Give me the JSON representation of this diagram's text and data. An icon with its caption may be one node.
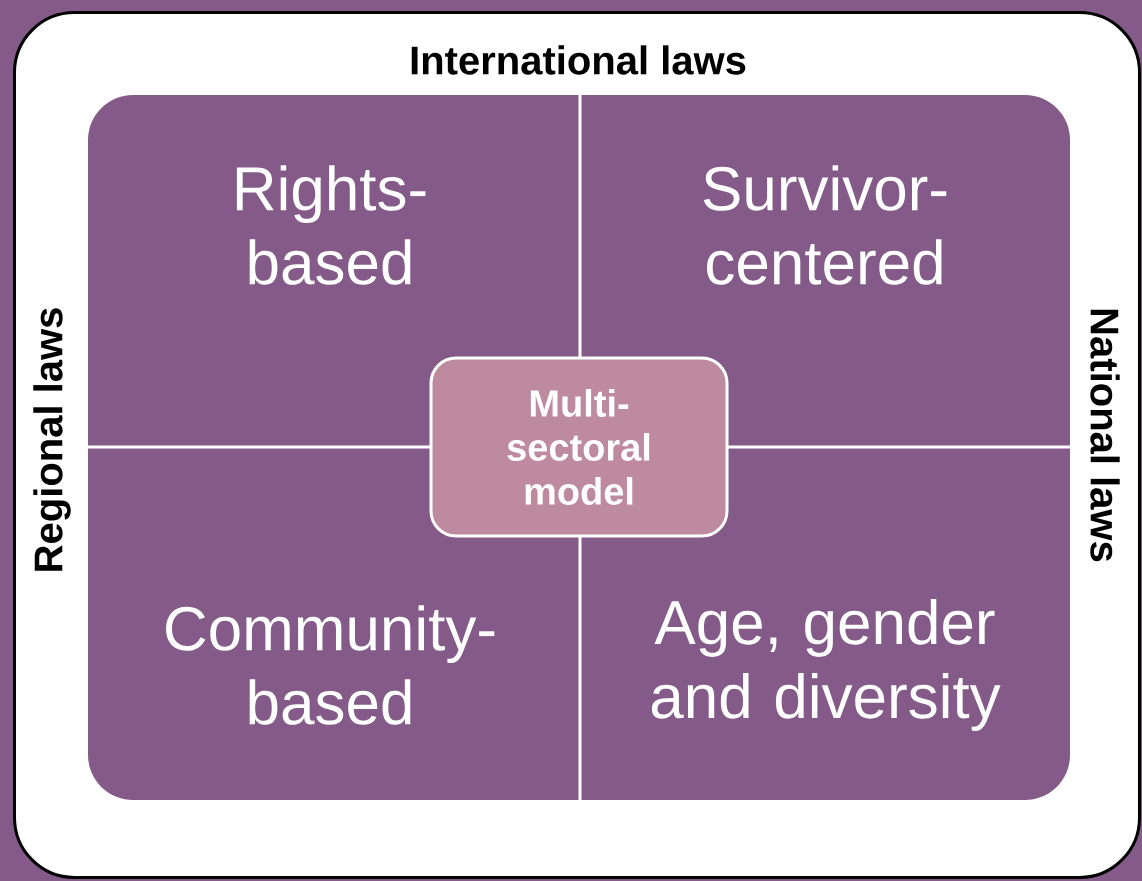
{
  "diagram": {
    "nodes": [
      {
        "text": [
          "International laws",
          "Regional laws",
          "National laws"
        ]
      },
      {
        "text": [
          "Rights-based"
        ],
        "in": 0
      },
      {
        "text": [
          "Survivor-centered"
        ],
        "in": 0
      },
      {
        "text": [
          "Community-based"
        ],
        "in": 0
      },
      {
        "text": [
          "Age, gender and diversity"
        ],
        "in": 0
      },
      {
        "text": [
          "Multi-sectoral model"
        ],
        "in": 0
      }
    ]
  }
}
